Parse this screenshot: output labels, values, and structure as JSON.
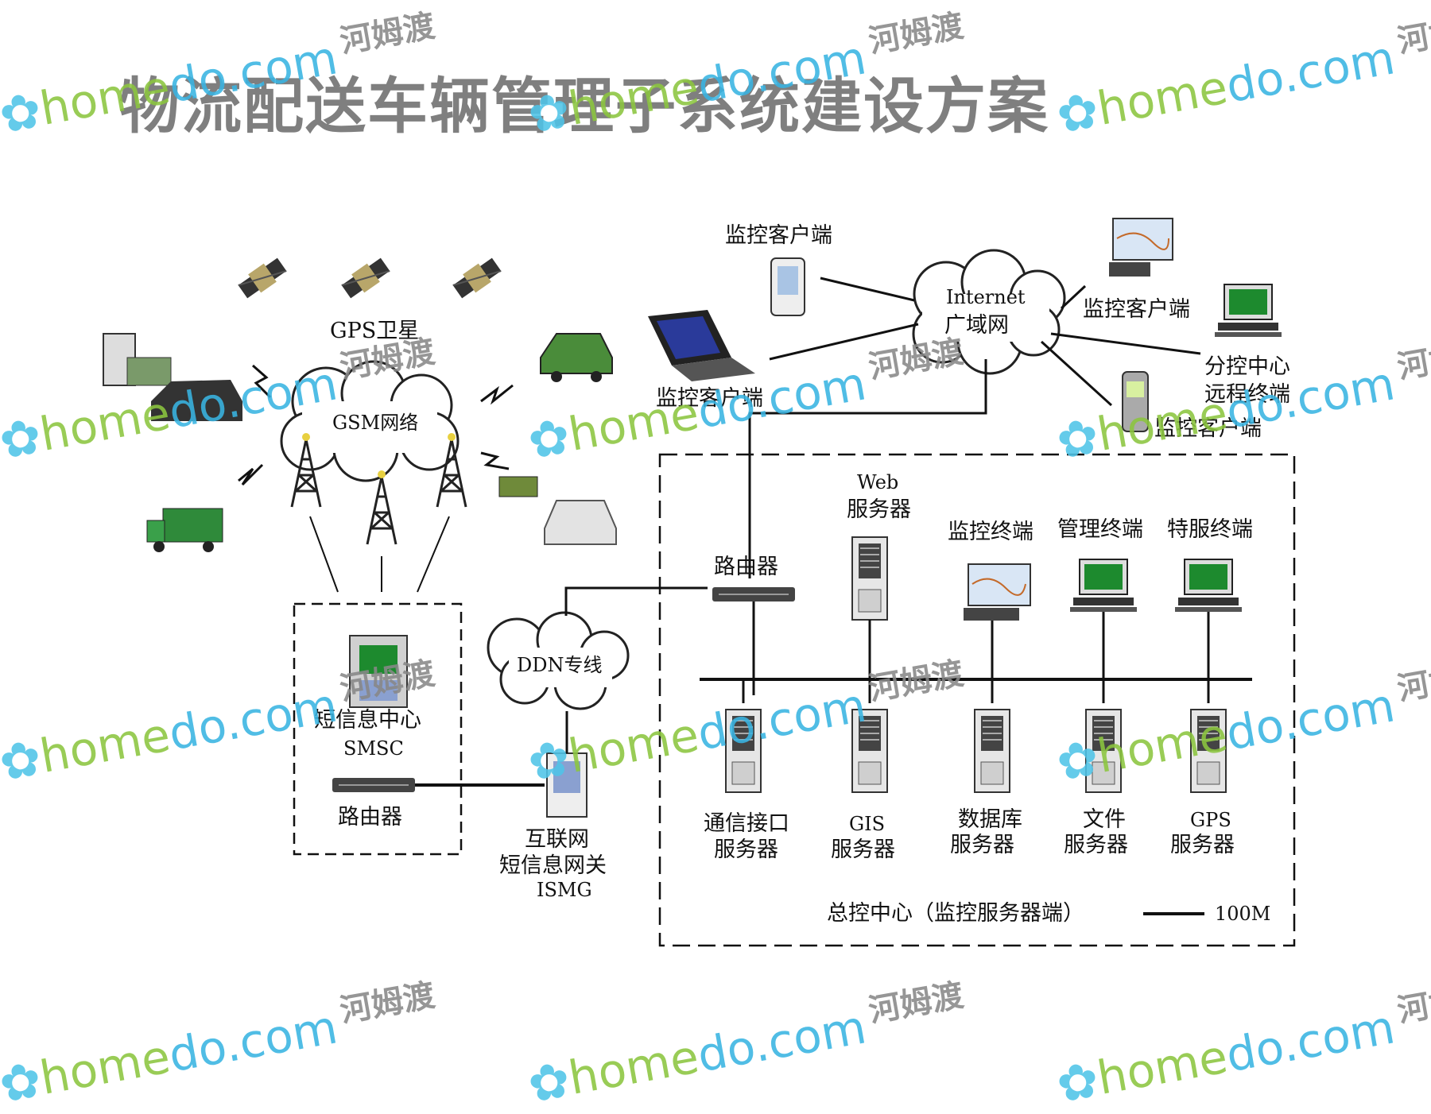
{
  "title": "物流配送车辆管理子系统建设方案",
  "labels": {
    "gps_satellite": "GPS卫星",
    "gsm_network": "GSM网络",
    "internet": "Internet",
    "wan": "广域网",
    "monitor_client_top": "监控客户端",
    "monitor_client_laptop": "监控客户端",
    "monitor_client_right": "监控客户端",
    "monitor_client_phone": "监控客户端",
    "branch_center_1": "分控中心",
    "branch_center_2": "远程终端",
    "sms_center": "短信息中心",
    "smsc": "SMSC",
    "router_left": "路由器",
    "ddn": "DDN专线",
    "ismg_1": "互联网",
    "ismg_2": "短信息网关",
    "ismg_3": "ISMG",
    "router_center": "路由器",
    "web_1": "Web",
    "web_2": "服务器",
    "monitor_terminal": "监控终端",
    "manage_terminal": "管理终端",
    "special_terminal": "特服终端",
    "comm_server_1": "通信接口",
    "comm_server_2": "服务器",
    "gis_server_1": "GIS",
    "gis_server_2": "服务器",
    "db_server_1": "数据库",
    "db_server_2": "服务器",
    "file_server_1": "文件",
    "file_server_2": "服务器",
    "gps_server_1": "GPS",
    "gps_server_2": "服务器",
    "control_center": "总控中心（监控服务器端）",
    "legend": "100M"
  },
  "watermark": {
    "home": "home",
    "domain": "do.com",
    "cn": "河姆渡"
  },
  "colors": {
    "title": "#7f7f7f",
    "lines": "#111111",
    "watermark_green": "#8cc63f",
    "watermark_blue": "#39b4e2"
  }
}
